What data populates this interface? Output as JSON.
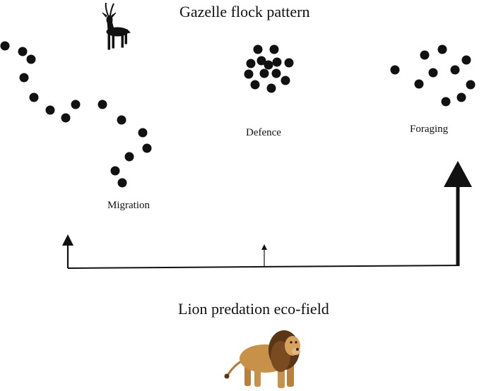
{
  "title": "Gazelle  flock pattern",
  "labels": {
    "migration": "Migration",
    "defence": "Defence",
    "foraging": "Foraging"
  },
  "bottom_title": "Lion predation eco-field",
  "icons": {
    "top": "gazelle-icon",
    "bottom": "lion-icon"
  },
  "colors": {
    "dots": "#111111",
    "lines": "#111111",
    "lion_body": "#c8914a",
    "lion_mane": "#5a3516"
  }
}
